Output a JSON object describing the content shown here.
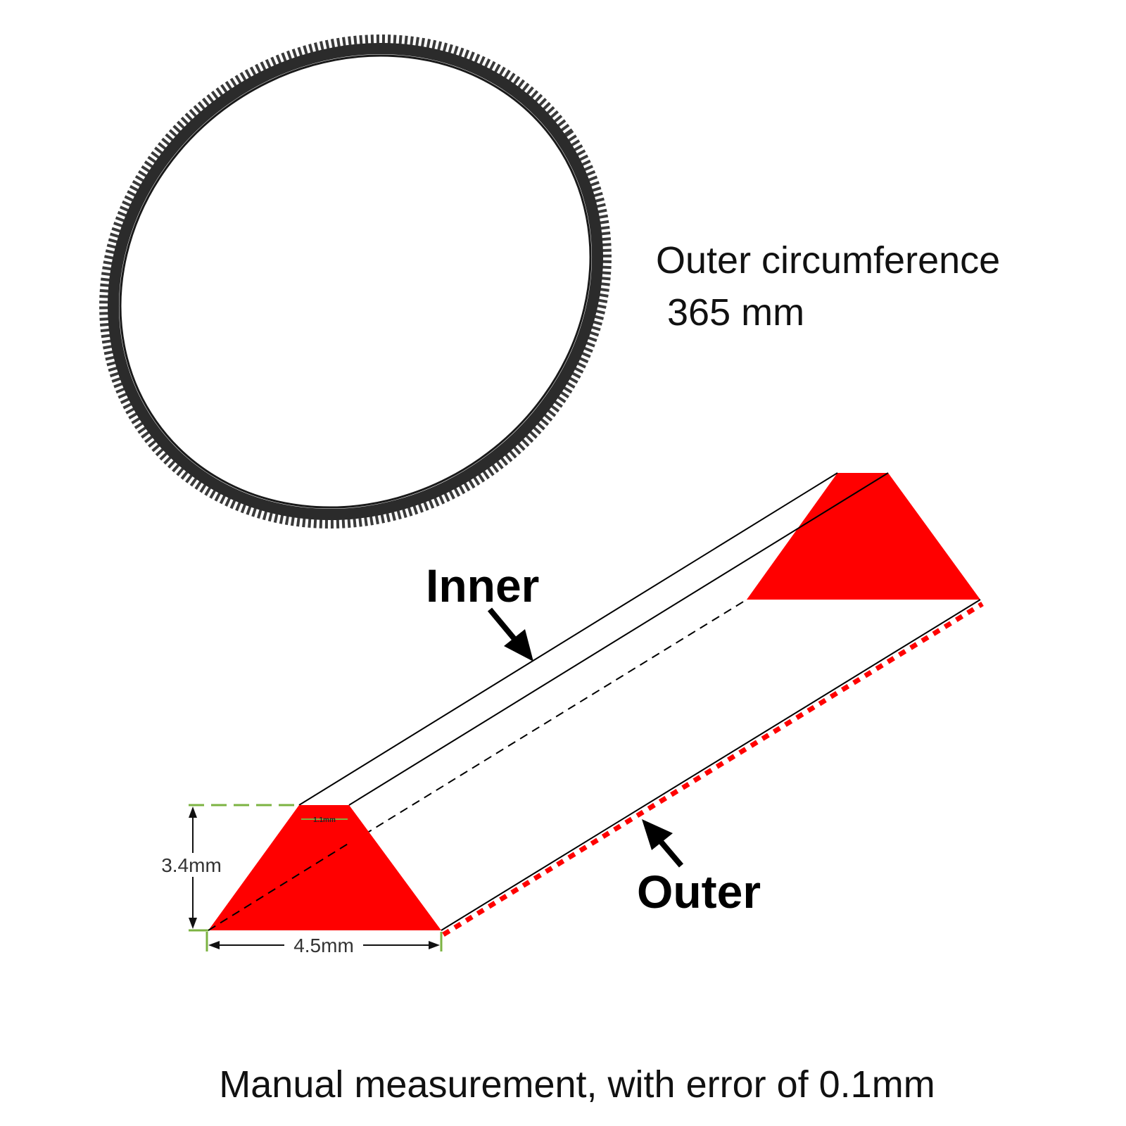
{
  "belt": {
    "outer_circumference_label": "Outer circumference",
    "outer_circumference_value": "365 mm"
  },
  "cross_section": {
    "inner_label": "Inner",
    "outer_label": "Outer",
    "height_label": "3.4mm",
    "bottom_width_label": "4.5mm",
    "top_width_label": "1.1mm"
  },
  "caption": "Manual measurement, with error of 0.1mm",
  "colors": {
    "section_fill": "#ff0000",
    "belt_color": "#2b2b2b",
    "dimension_line": "#7cb342",
    "outline": "#000000"
  }
}
